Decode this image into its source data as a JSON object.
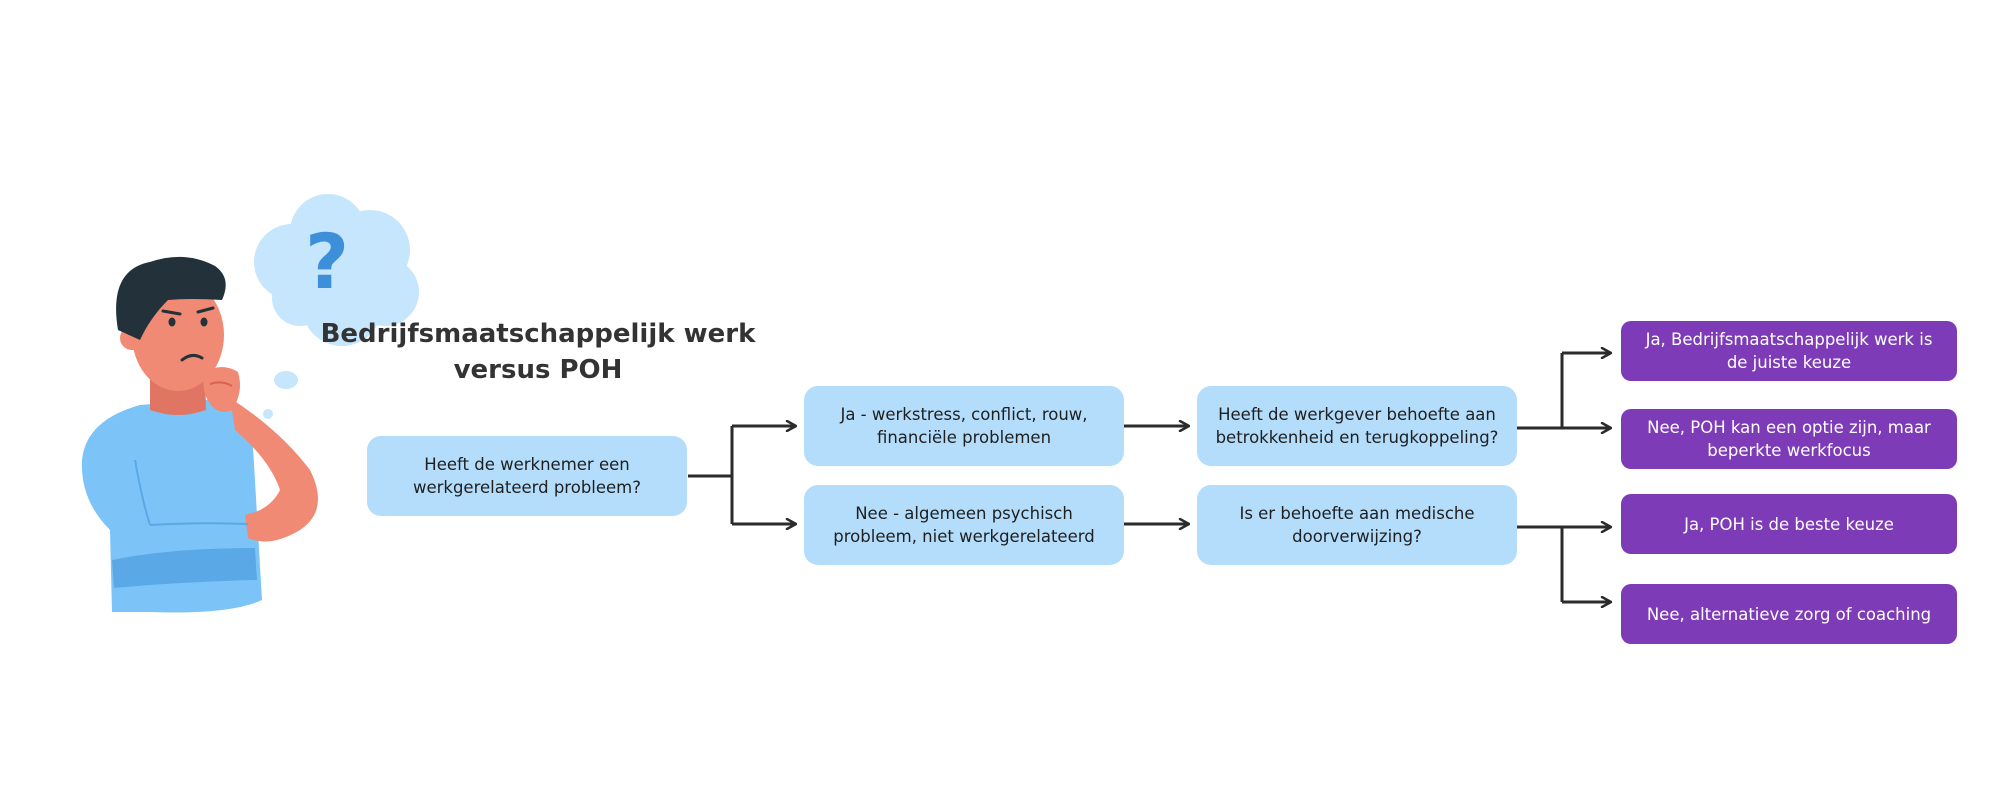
{
  "title": {
    "line1": "Bedrijfsmaatschappelijk werk",
    "line2": "versus POH"
  },
  "illustration": {
    "thought_symbol": "?",
    "icon": "thinking-person-icon",
    "colors": {
      "skin": "#f08a74",
      "shirt": "#7cc4f7",
      "hair": "#23313a",
      "bubble": "#c5e6fc",
      "question": "#3e8fda"
    }
  },
  "nodes": {
    "start": "Heeft de werknemer een werkgerelateerd probleem?",
    "yes_branch": "Ja - werkstress, conflict, rouw, financiële problemen",
    "no_branch": "Nee -  algemeen psychisch probleem, niet werkgerelateerd",
    "question_employer": "Heeft de werkgever behoefte aan betrokkenheid en terugkoppeling?",
    "question_medical": "Is er behoefte aan medische doorverwijzing?"
  },
  "results": {
    "bmw_yes": "Ja, Bedrijfsmaatschappelijk werk is de juiste keuze",
    "poh_option": "Nee, POH kan een optie zijn, maar beperkte werkfocus",
    "poh_best": "Ja, POH is de beste keuze",
    "alternative": "Nee, alternatieve zorg of coaching"
  },
  "colors": {
    "question_box": "#b3ddfb",
    "result_box": "#7e3bb7",
    "connector": "#2b2b2b"
  }
}
